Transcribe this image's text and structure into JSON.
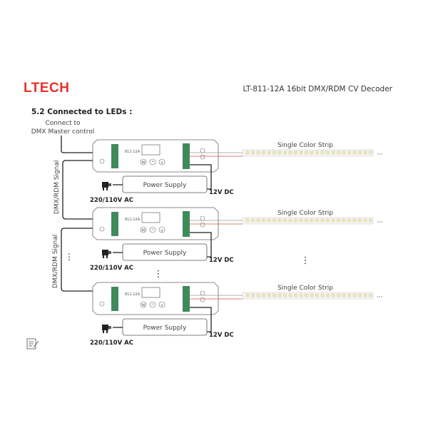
{
  "header": {
    "logo": "LTECH",
    "title": "LT-811-12A 16bit DMX/RDM CV Decoder",
    "brand_color": "#e8312a"
  },
  "section": {
    "heading": "5.2 Connected to LEDs :",
    "master_note_line1": "Connect to",
    "master_note_line2": "DMX Master control"
  },
  "units": [
    {
      "model": "811-12A",
      "buttons": [
        "M",
        "^",
        "v"
      ],
      "power_supply": "Power Supply",
      "ac_label": "220/110V AC",
      "dc_label": "12V DC",
      "strip_label": "Single Color Strip",
      "strip_more": "···"
    },
    {
      "model": "811-12A",
      "buttons": [
        "M",
        "^",
        "v"
      ],
      "power_supply": "Power Supply",
      "ac_label": "220/110V AC",
      "dc_label": "12V DC",
      "strip_label": "Single Color Strip",
      "strip_more": "···"
    },
    {
      "model": "811-12A",
      "buttons": [
        "M",
        "^",
        "v"
      ],
      "power_supply": "Power Supply",
      "ac_label": "220/110V AC",
      "dc_label": "12V DC",
      "strip_label": "Single Color Strip",
      "strip_more": "···"
    }
  ],
  "signal_labels": [
    "DMX/RDM Signal",
    "DMX/RDM Signal"
  ],
  "colors": {
    "terminal": "#3f8a5a",
    "wire_red": "#d9534f",
    "wire_signal": "#222222",
    "led": "#f3eba0"
  },
  "icons": [
    "note-icon",
    "plug-icon"
  ]
}
